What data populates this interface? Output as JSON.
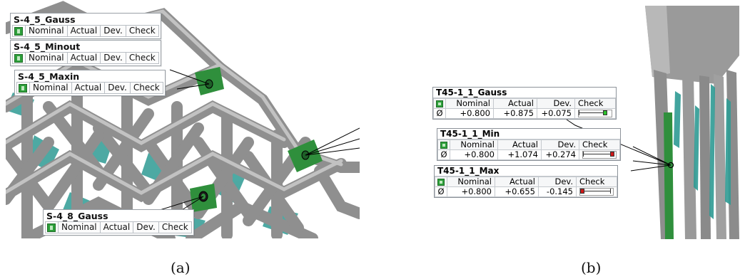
{
  "figure": {
    "label_a": "(a)",
    "label_b": "(b)"
  },
  "panel_a": {
    "callouts": [
      {
        "title": "S-4_5_Gauss",
        "cols": [
          "Nominal",
          "Actual",
          "Dev.",
          "Check"
        ]
      },
      {
        "title": "S-4_5_Minout",
        "cols": [
          "Nominal",
          "Actual",
          "Dev.",
          "Check"
        ]
      },
      {
        "title": "S-4_5_Maxin",
        "cols": [
          "Nominal",
          "Actual",
          "Dev.",
          "Check"
        ]
      },
      {
        "title": "S-4_8_Gauss",
        "cols": [
          "Nominal",
          "Actual",
          "Dev.",
          "Check"
        ]
      }
    ]
  },
  "panel_b": {
    "headers": [
      "Nominal",
      "Actual",
      "Dev.",
      "Check"
    ],
    "tables": [
      {
        "title": "T45-1_1_Gauss",
        "symbol": "Ø",
        "nominal": "+0.800",
        "actual": "+0.875",
        "dev": "+0.075",
        "check_color": "#2cc12c",
        "check_position": 0.9
      },
      {
        "title": "T45-1_1_Min",
        "symbol": "Ø",
        "nominal": "+0.800",
        "actual": "+1.074",
        "dev": "+0.274",
        "check_color": "#d01818",
        "check_position": 1.0
      },
      {
        "title": "T45-1_1_Max",
        "symbol": "Ø",
        "nominal": "+0.800",
        "actual": "+0.655",
        "dev": "-0.145",
        "check_color": "#d01818",
        "check_position": 0.0
      }
    ]
  },
  "colors": {
    "strut_gray": "#8c8c8c",
    "strut_light": "#b5b5b5",
    "teal": "#2e9b94",
    "inspect_green": "#2f8f3c"
  }
}
